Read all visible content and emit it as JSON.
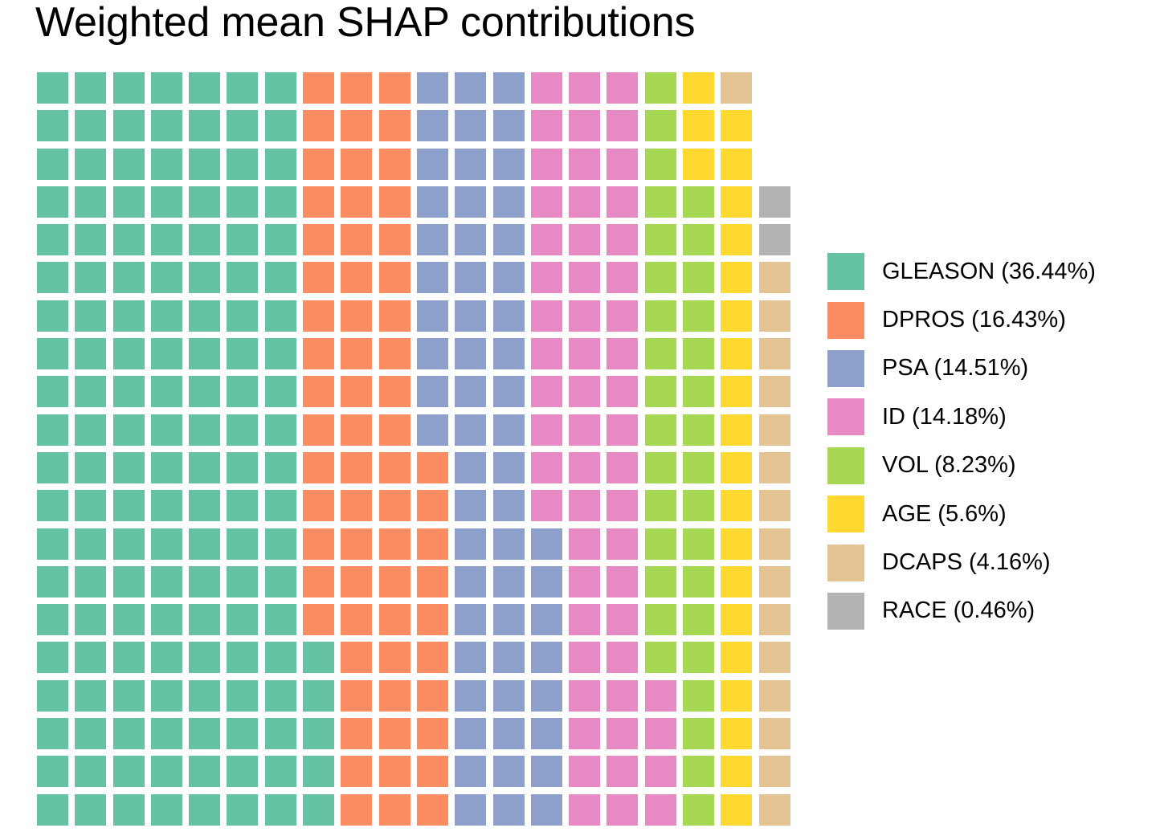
{
  "title": "Weighted mean SHAP contributions",
  "chart_data": {
    "type": "waffle",
    "title": "Weighted mean SHAP contributions",
    "xlabel": "",
    "ylabel": "",
    "grid": {
      "rows": 20,
      "cols": 20,
      "total_cells": 397,
      "cell_value_percent": 0.25
    },
    "legend_position": "right",
    "categories": [
      "GLEASON",
      "DPROS",
      "PSA",
      "ID",
      "VOL",
      "AGE",
      "DCAPS",
      "RACE"
    ],
    "values": [
      36.44,
      16.43,
      14.51,
      14.18,
      8.23,
      5.6,
      4.16,
      0.46
    ],
    "labels": [
      "GLEASON (36.44%)",
      "DPROS (16.43%)",
      "PSA (14.51%)",
      "ID (14.18%)",
      "VOL (8.23%)",
      "AGE (5.6%)",
      "DCAPS (4.16%)",
      "RACE (0.46%)"
    ],
    "colors": [
      "#66c2a5",
      "#fc8d62",
      "#8da0cb",
      "#e78ac3",
      "#a6d854",
      "#ffd92f",
      "#e5c494",
      "#b3b3b3"
    ],
    "cell_counts": [
      145,
      65,
      58,
      57,
      33,
      22,
      17,
      2
    ],
    "rows": [
      [
        "GLEASON",
        "GLEASON",
        "GLEASON",
        "GLEASON",
        "GLEASON",
        "GLEASON",
        "GLEASON",
        "DPROS",
        "DPROS",
        "DPROS",
        "PSA",
        "PSA",
        "PSA",
        "ID",
        "ID",
        "ID",
        "VOL",
        "AGE",
        "DCAPS"
      ],
      [
        "GLEASON",
        "GLEASON",
        "GLEASON",
        "GLEASON",
        "GLEASON",
        "GLEASON",
        "GLEASON",
        "DPROS",
        "DPROS",
        "DPROS",
        "PSA",
        "PSA",
        "PSA",
        "ID",
        "ID",
        "ID",
        "VOL",
        "AGE",
        "AGE"
      ],
      [
        "GLEASON",
        "GLEASON",
        "GLEASON",
        "GLEASON",
        "GLEASON",
        "GLEASON",
        "GLEASON",
        "DPROS",
        "DPROS",
        "DPROS",
        "PSA",
        "PSA",
        "PSA",
        "ID",
        "ID",
        "ID",
        "VOL",
        "AGE",
        "AGE"
      ],
      [
        "GLEASON",
        "GLEASON",
        "GLEASON",
        "GLEASON",
        "GLEASON",
        "GLEASON",
        "GLEASON",
        "DPROS",
        "DPROS",
        "DPROS",
        "PSA",
        "PSA",
        "PSA",
        "ID",
        "ID",
        "ID",
        "VOL",
        "VOL",
        "AGE",
        "RACE"
      ],
      [
        "GLEASON",
        "GLEASON",
        "GLEASON",
        "GLEASON",
        "GLEASON",
        "GLEASON",
        "GLEASON",
        "DPROS",
        "DPROS",
        "DPROS",
        "PSA",
        "PSA",
        "PSA",
        "ID",
        "ID",
        "ID",
        "VOL",
        "VOL",
        "AGE",
        "RACE"
      ],
      [
        "GLEASON",
        "GLEASON",
        "GLEASON",
        "GLEASON",
        "GLEASON",
        "GLEASON",
        "GLEASON",
        "DPROS",
        "DPROS",
        "DPROS",
        "PSA",
        "PSA",
        "PSA",
        "ID",
        "ID",
        "ID",
        "VOL",
        "VOL",
        "AGE",
        "DCAPS"
      ],
      [
        "GLEASON",
        "GLEASON",
        "GLEASON",
        "GLEASON",
        "GLEASON",
        "GLEASON",
        "GLEASON",
        "DPROS",
        "DPROS",
        "DPROS",
        "PSA",
        "PSA",
        "PSA",
        "ID",
        "ID",
        "ID",
        "VOL",
        "VOL",
        "AGE",
        "DCAPS"
      ],
      [
        "GLEASON",
        "GLEASON",
        "GLEASON",
        "GLEASON",
        "GLEASON",
        "GLEASON",
        "GLEASON",
        "DPROS",
        "DPROS",
        "DPROS",
        "PSA",
        "PSA",
        "PSA",
        "ID",
        "ID",
        "ID",
        "VOL",
        "VOL",
        "AGE",
        "DCAPS"
      ],
      [
        "GLEASON",
        "GLEASON",
        "GLEASON",
        "GLEASON",
        "GLEASON",
        "GLEASON",
        "GLEASON",
        "DPROS",
        "DPROS",
        "DPROS",
        "PSA",
        "PSA",
        "PSA",
        "ID",
        "ID",
        "ID",
        "VOL",
        "VOL",
        "AGE",
        "DCAPS"
      ],
      [
        "GLEASON",
        "GLEASON",
        "GLEASON",
        "GLEASON",
        "GLEASON",
        "GLEASON",
        "GLEASON",
        "DPROS",
        "DPROS",
        "DPROS",
        "PSA",
        "PSA",
        "PSA",
        "ID",
        "ID",
        "ID",
        "VOL",
        "VOL",
        "AGE",
        "DCAPS"
      ],
      [
        "GLEASON",
        "GLEASON",
        "GLEASON",
        "GLEASON",
        "GLEASON",
        "GLEASON",
        "GLEASON",
        "DPROS",
        "DPROS",
        "DPROS",
        "DPROS",
        "PSA",
        "PSA",
        "ID",
        "ID",
        "ID",
        "VOL",
        "VOL",
        "AGE",
        "DCAPS"
      ],
      [
        "GLEASON",
        "GLEASON",
        "GLEASON",
        "GLEASON",
        "GLEASON",
        "GLEASON",
        "GLEASON",
        "DPROS",
        "DPROS",
        "DPROS",
        "DPROS",
        "PSA",
        "PSA",
        "ID",
        "ID",
        "ID",
        "VOL",
        "VOL",
        "AGE",
        "DCAPS"
      ],
      [
        "GLEASON",
        "GLEASON",
        "GLEASON",
        "GLEASON",
        "GLEASON",
        "GLEASON",
        "GLEASON",
        "DPROS",
        "DPROS",
        "DPROS",
        "DPROS",
        "PSA",
        "PSA",
        "PSA",
        "ID",
        "ID",
        "VOL",
        "VOL",
        "AGE",
        "DCAPS"
      ],
      [
        "GLEASON",
        "GLEASON",
        "GLEASON",
        "GLEASON",
        "GLEASON",
        "GLEASON",
        "GLEASON",
        "DPROS",
        "DPROS",
        "DPROS",
        "DPROS",
        "PSA",
        "PSA",
        "PSA",
        "ID",
        "ID",
        "VOL",
        "VOL",
        "AGE",
        "DCAPS"
      ],
      [
        "GLEASON",
        "GLEASON",
        "GLEASON",
        "GLEASON",
        "GLEASON",
        "GLEASON",
        "GLEASON",
        "DPROS",
        "DPROS",
        "DPROS",
        "DPROS",
        "PSA",
        "PSA",
        "PSA",
        "ID",
        "ID",
        "VOL",
        "VOL",
        "AGE",
        "DCAPS"
      ],
      [
        "GLEASON",
        "GLEASON",
        "GLEASON",
        "GLEASON",
        "GLEASON",
        "GLEASON",
        "GLEASON",
        "GLEASON",
        "DPROS",
        "DPROS",
        "DPROS",
        "PSA",
        "PSA",
        "PSA",
        "ID",
        "ID",
        "VOL",
        "VOL",
        "AGE",
        "DCAPS"
      ],
      [
        "GLEASON",
        "GLEASON",
        "GLEASON",
        "GLEASON",
        "GLEASON",
        "GLEASON",
        "GLEASON",
        "GLEASON",
        "DPROS",
        "DPROS",
        "DPROS",
        "PSA",
        "PSA",
        "PSA",
        "ID",
        "ID",
        "ID",
        "VOL",
        "AGE",
        "DCAPS"
      ],
      [
        "GLEASON",
        "GLEASON",
        "GLEASON",
        "GLEASON",
        "GLEASON",
        "GLEASON",
        "GLEASON",
        "GLEASON",
        "DPROS",
        "DPROS",
        "DPROS",
        "PSA",
        "PSA",
        "PSA",
        "ID",
        "ID",
        "ID",
        "VOL",
        "AGE",
        "DCAPS"
      ],
      [
        "GLEASON",
        "GLEASON",
        "GLEASON",
        "GLEASON",
        "GLEASON",
        "GLEASON",
        "GLEASON",
        "GLEASON",
        "DPROS",
        "DPROS",
        "DPROS",
        "PSA",
        "PSA",
        "PSA",
        "ID",
        "ID",
        "ID",
        "VOL",
        "AGE",
        "DCAPS"
      ],
      [
        "GLEASON",
        "GLEASON",
        "GLEASON",
        "GLEASON",
        "GLEASON",
        "GLEASON",
        "GLEASON",
        "GLEASON",
        "DPROS",
        "DPROS",
        "DPROS",
        "PSA",
        "PSA",
        "PSA",
        "ID",
        "ID",
        "ID",
        "VOL",
        "AGE",
        "DCAPS"
      ]
    ]
  }
}
